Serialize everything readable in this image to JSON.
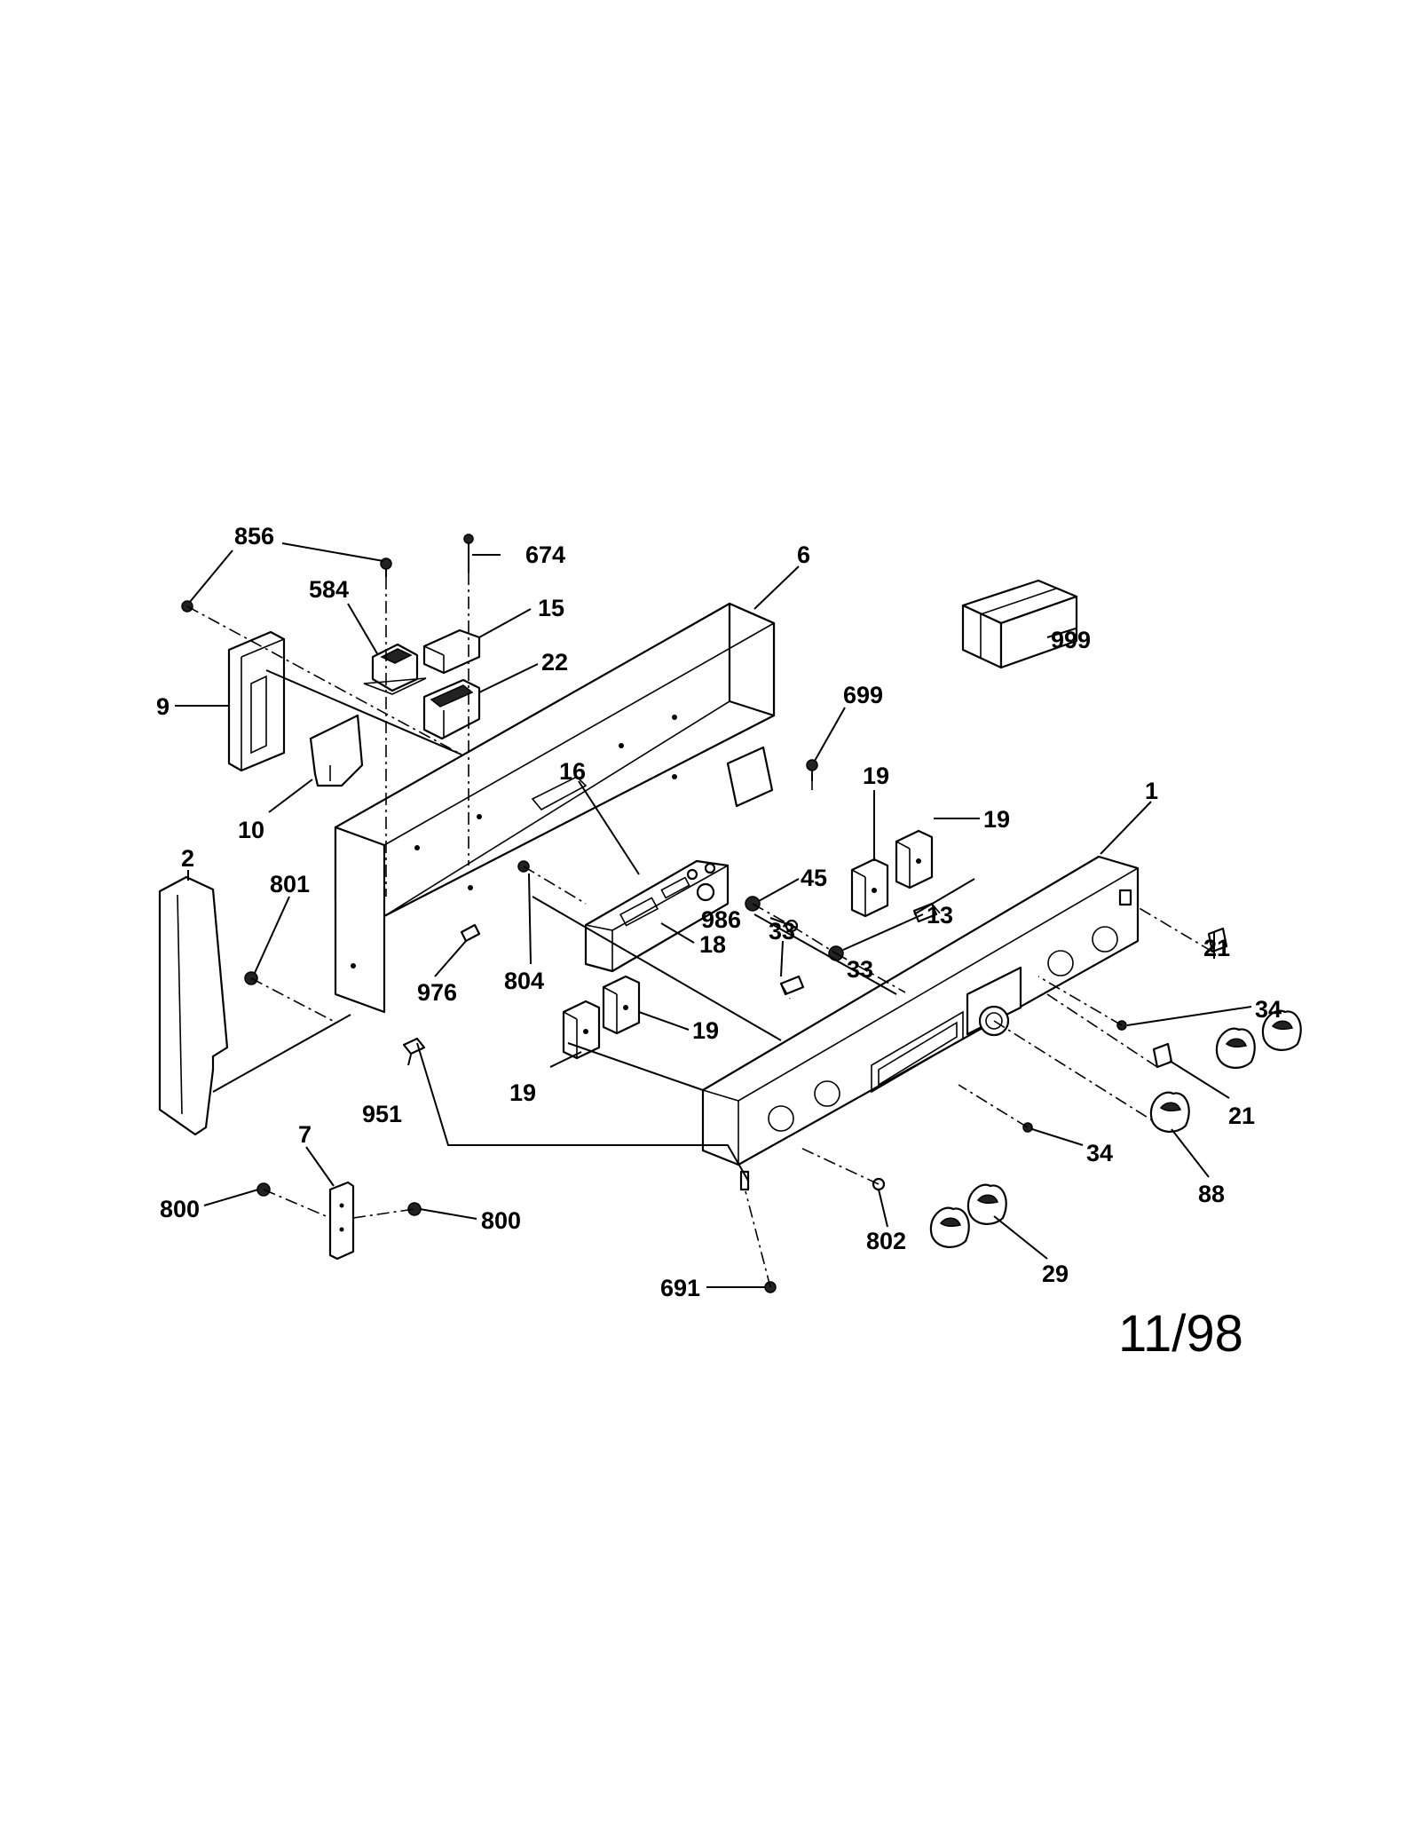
{
  "diagram": {
    "callouts": [
      {
        "id": "c-856",
        "text": "856"
      },
      {
        "id": "c-674",
        "text": "674"
      },
      {
        "id": "c-584",
        "text": "584"
      },
      {
        "id": "c-15",
        "text": "15"
      },
      {
        "id": "c-6",
        "text": "6"
      },
      {
        "id": "c-999",
        "text": "999"
      },
      {
        "id": "c-22",
        "text": "22"
      },
      {
        "id": "c-9",
        "text": "9"
      },
      {
        "id": "c-699",
        "text": "699"
      },
      {
        "id": "c-16",
        "text": "16"
      },
      {
        "id": "c-19a",
        "text": "19"
      },
      {
        "id": "c-1",
        "text": "1"
      },
      {
        "id": "c-19b",
        "text": "19"
      },
      {
        "id": "c-10",
        "text": "10"
      },
      {
        "id": "c-2",
        "text": "2"
      },
      {
        "id": "c-801",
        "text": "801"
      },
      {
        "id": "c-45",
        "text": "45"
      },
      {
        "id": "c-13",
        "text": "13"
      },
      {
        "id": "c-21a",
        "text": "21"
      },
      {
        "id": "c-986",
        "text": "986"
      },
      {
        "id": "c-18",
        "text": "18"
      },
      {
        "id": "c-33a",
        "text": "33"
      },
      {
        "id": "c-33b",
        "text": "33"
      },
      {
        "id": "c-804",
        "text": "804"
      },
      {
        "id": "c-34a",
        "text": "34"
      },
      {
        "id": "c-976",
        "text": "976"
      },
      {
        "id": "c-19c",
        "text": "19"
      },
      {
        "id": "c-19d",
        "text": "19"
      },
      {
        "id": "c-951",
        "text": "951"
      },
      {
        "id": "c-21b",
        "text": "21"
      },
      {
        "id": "c-7",
        "text": "7"
      },
      {
        "id": "c-34b",
        "text": "34"
      },
      {
        "id": "c-88",
        "text": "88"
      },
      {
        "id": "c-800a",
        "text": "800"
      },
      {
        "id": "c-800b",
        "text": "800"
      },
      {
        "id": "c-802",
        "text": "802"
      },
      {
        "id": "c-29",
        "text": "29"
      },
      {
        "id": "c-691",
        "text": "691"
      }
    ],
    "date_stamp": "11/98"
  }
}
